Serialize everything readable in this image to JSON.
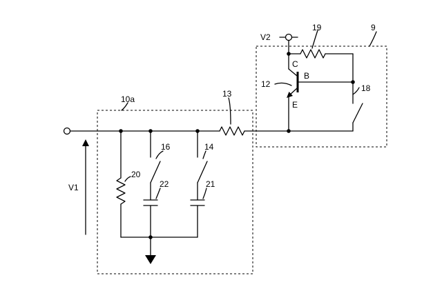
{
  "labels": {
    "v2": "V2",
    "ref_19": "19",
    "ref_9": "9",
    "collector": "C",
    "base": "B",
    "ref_12": "12",
    "ref_18": "18",
    "emitter": "E",
    "ref_10a": "10a",
    "ref_13": "13",
    "ref_16": "16",
    "ref_14": "14",
    "ref_20": "20",
    "ref_22": "22",
    "ref_21": "21",
    "v1": "V1"
  }
}
